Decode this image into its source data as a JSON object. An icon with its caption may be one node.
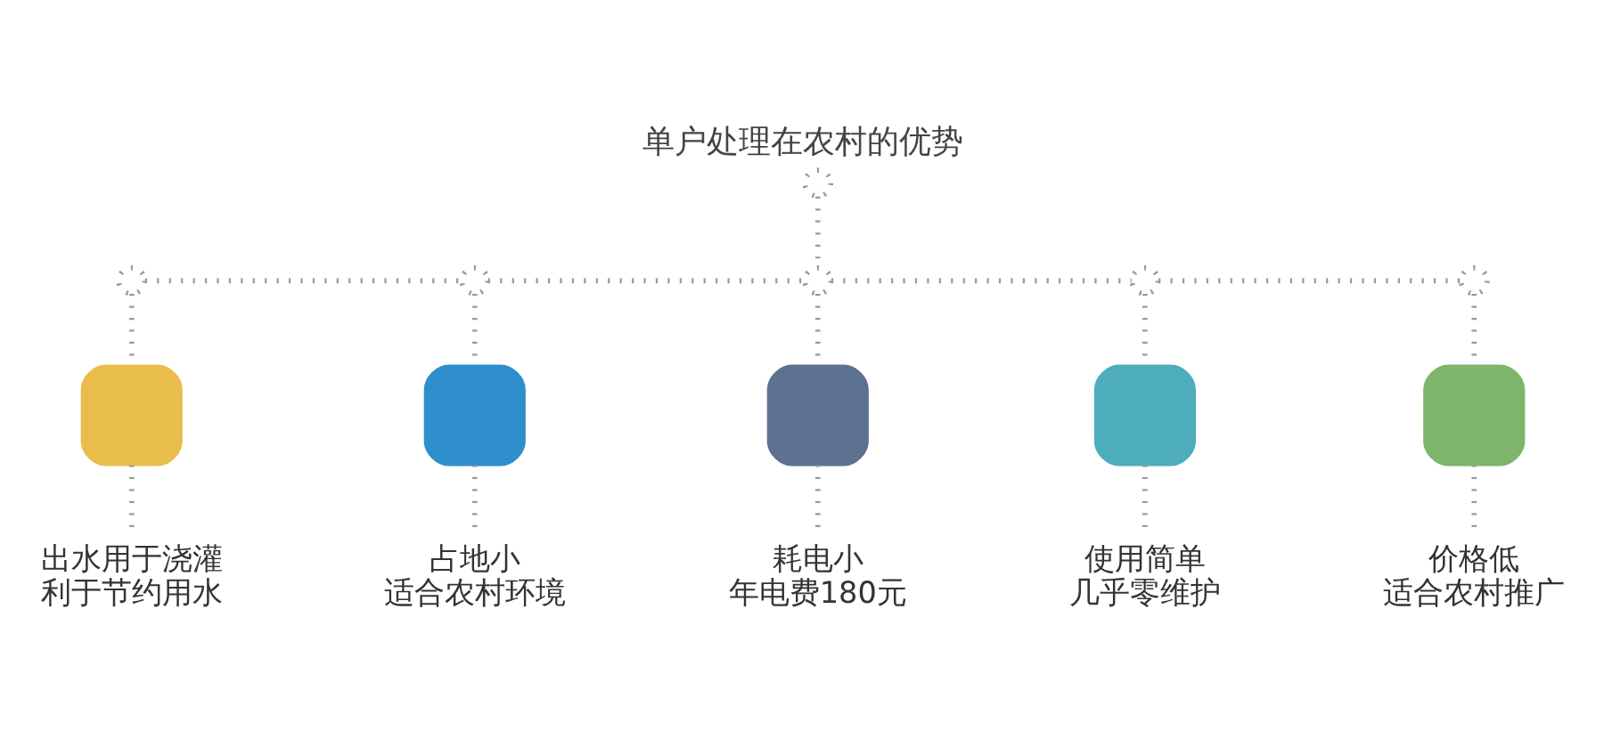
{
  "diagram": {
    "title": "单户处理在农村的优势",
    "nodes": [
      {
        "text": [],
        "shape": "circle"
      },
      {
        "text": [],
        "shape": "circle"
      },
      {
        "text": [],
        "shape": "circle"
      },
      {
        "text": [],
        "shape": "circle"
      },
      {
        "text": [],
        "shape": "circle"
      },
      {
        "text": [],
        "shape": "circle"
      },
      {
        "text": [],
        "shape": "icon"
      },
      {
        "text": [],
        "shape": "icon"
      },
      {
        "text": [],
        "shape": "icon"
      },
      {
        "text": [],
        "shape": "icon"
      },
      {
        "text": [],
        "shape": "icon"
      },
      {
        "text": [
          "出水用于浇灌",
          "利于节约用水"
        ]
      },
      {
        "text": [
          "占地小",
          "适合农村环境"
        ]
      },
      {
        "text": [
          "耗电小",
          "年电费180元"
        ]
      },
      {
        "text": [
          "使用简单",
          "几乎零维护"
        ]
      },
      {
        "text": [
          "价格低",
          "适合农村推广"
        ]
      }
    ],
    "edges": [
      {
        "from": 0,
        "to": 3,
        "arrow": "none"
      },
      {
        "from": 1,
        "to": 2,
        "arrow": "none"
      },
      {
        "from": 2,
        "to": 3,
        "arrow": "none"
      },
      {
        "from": 3,
        "to": 4,
        "arrow": "none"
      },
      {
        "from": 4,
        "to": 5,
        "arrow": "none"
      },
      {
        "from": 1,
        "to": 6,
        "arrow": "none"
      },
      {
        "from": 2,
        "to": 7,
        "arrow": "none"
      },
      {
        "from": 3,
        "to": 8,
        "arrow": "none"
      },
      {
        "from": 4,
        "to": 9,
        "arrow": "none"
      },
      {
        "from": 5,
        "to": 10,
        "arrow": "none"
      },
      {
        "from": 6,
        "to": 11,
        "arrow": "none"
      },
      {
        "from": 7,
        "to": 12,
        "arrow": "none"
      },
      {
        "from": 8,
        "to": 13,
        "arrow": "none"
      },
      {
        "from": 9,
        "to": 14,
        "arrow": "none"
      },
      {
        "from": 10,
        "to": 15,
        "arrow": "none"
      }
    ]
  }
}
